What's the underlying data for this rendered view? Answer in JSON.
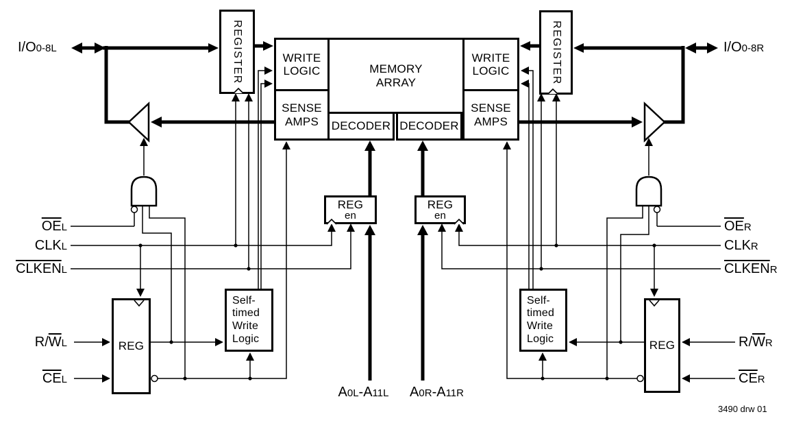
{
  "palette": {
    "ink": "#000000",
    "background": "#ffffff"
  },
  "diagram": {
    "note": "3490 drw 01",
    "blocks": {
      "register_left": "REGISTER",
      "register_right": "REGISTER",
      "write_logic_left": "WRITE\nLOGIC",
      "write_logic_right": "WRITE\nLOGIC",
      "sense_amps_left": "SENSE\nAMPS",
      "sense_amps_right": "SENSE\nAMPS",
      "memory_array": "MEMORY\nARRAY",
      "decoder_left": "DECODER",
      "decoder_right": "DECODER",
      "addr_reg_left": {
        "title": "REG",
        "enable": "en"
      },
      "addr_reg_right": {
        "title": "REG",
        "enable": "en"
      },
      "ctrl_reg_left": "REG",
      "ctrl_reg_right": "REG",
      "self_timed_left": "Self-\ntimed\nWrite\nLogic",
      "self_timed_right": "Self-\ntimed\nWrite\nLogic"
    },
    "signals": {
      "io_left": {
        "base": "I/O",
        "sub": "0-8L"
      },
      "io_right": {
        "base": "I/O",
        "sub": "0-8R"
      },
      "oe_left": {
        "over": "OE",
        "sub": "L"
      },
      "oe_right": {
        "over": "OE",
        "sub": "R"
      },
      "clk_left": {
        "base": "CLK",
        "sub": "L"
      },
      "clk_right": {
        "base": "CLK",
        "sub": "R"
      },
      "clken_left": {
        "over": "CLKEN",
        "sub": "L"
      },
      "clken_right": {
        "over": "CLKEN",
        "sub": "R"
      },
      "rw_left": {
        "pre": "R/",
        "over": "W",
        "sub": "L"
      },
      "rw_right": {
        "pre": "R/",
        "over": "W",
        "sub": "R"
      },
      "ce_left": {
        "over": "CE",
        "sub": "L"
      },
      "ce_right": {
        "over": "CE",
        "sub": "R"
      },
      "addr_left": {
        "p1": "A",
        "s1": "0L",
        "p2": "-A",
        "s2": "11L"
      },
      "addr_right": {
        "p1": "A",
        "s1": "0R",
        "p2": "-A",
        "s2": "11R"
      }
    }
  }
}
